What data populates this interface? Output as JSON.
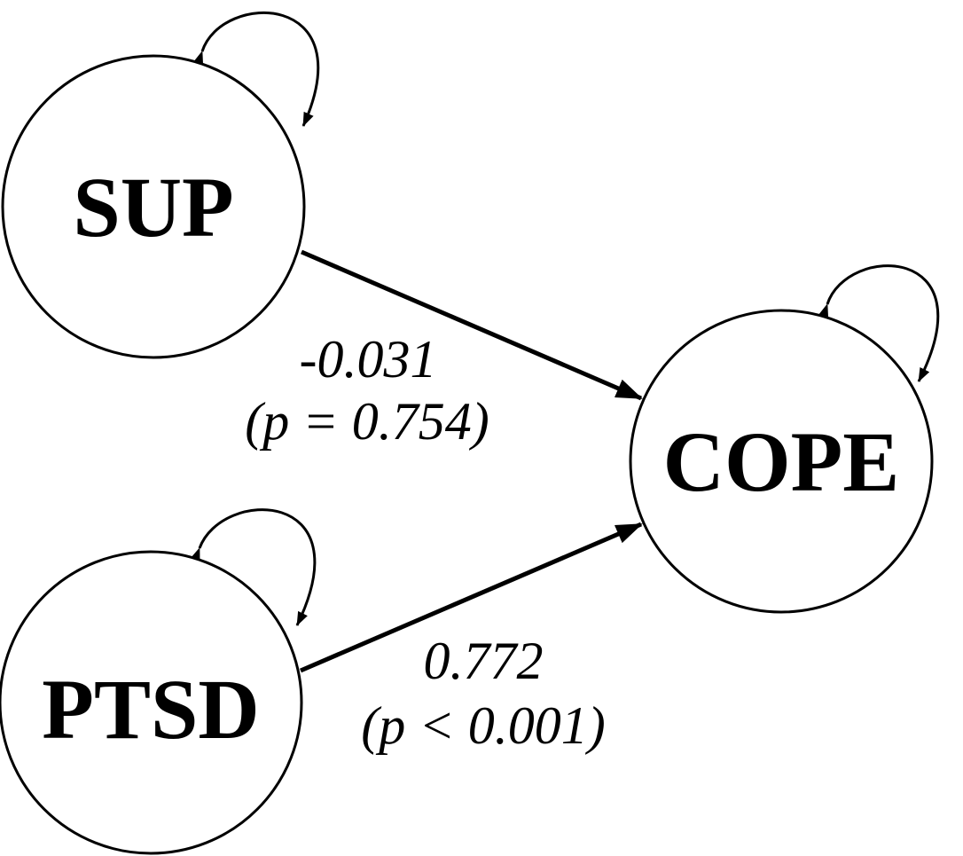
{
  "nodes": {
    "sup": {
      "label": "SUP"
    },
    "ptsd": {
      "label": "PTSD"
    },
    "cope": {
      "label": "COPE"
    }
  },
  "edges": {
    "sup_to_cope": {
      "coefficient": "-0.031",
      "p_value": "(p = 0.754)"
    },
    "ptsd_to_cope": {
      "coefficient": "0.772",
      "p_value": "(p < 0.001)"
    }
  },
  "colors": {
    "stroke": "#000000",
    "background": "#ffffff"
  }
}
